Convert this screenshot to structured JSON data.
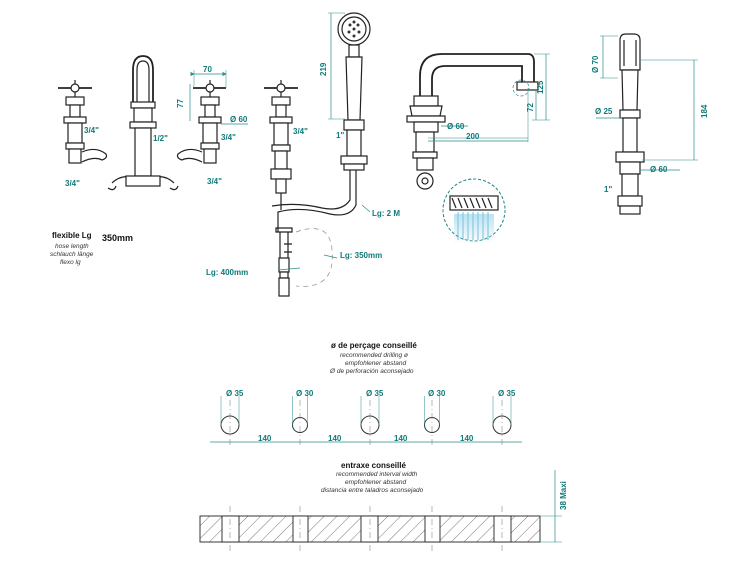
{
  "taps": {
    "thread_label_1": "3/4\"",
    "thread_label_2": "3/4\"",
    "thread_label_3": "1/2\"",
    "thread_label_4": "3/4\"",
    "thread_label_5": "3/4\"",
    "thread_label_6": "3/4\"",
    "dim_width": "70",
    "dim_height": "77",
    "dim_diameter": "Ø 60"
  },
  "flexible": {
    "title": "flexible Lg",
    "value": "350mm",
    "line_en": "hose length",
    "line_de": "schlauch länge",
    "line_es": "flexo lg"
  },
  "shower": {
    "dim_height": "219",
    "thread": "1\"",
    "lg_hose": "Lg: 2 M",
    "lg_350": "Lg: 350mm",
    "lg_400": "Lg: 400mm"
  },
  "spout": {
    "dim_diameter": "Ø 60",
    "dim_length": "200",
    "dim_height": "125",
    "dim_outlet": "72"
  },
  "holder": {
    "dim_top": "Ø 70",
    "dim_mid": "Ø 25",
    "dim_height": "184",
    "dim_base": "Ø 60",
    "thread": "1\""
  },
  "drilling": {
    "title": "ø de perçage conseillé",
    "line_en": "recommended drilling ø",
    "line_de": "empfohlener abstand",
    "line_es": "Ø de perforación aconsejado",
    "holes": [
      "Ø 35",
      "Ø 30",
      "Ø 35",
      "Ø 30",
      "Ø 35"
    ],
    "spacings": [
      "140",
      "140",
      "140",
      "140"
    ]
  },
  "interval": {
    "title": "entraxe conseillé",
    "line_en": "recommended interval width",
    "line_de": "empfohlener abstand",
    "line_es": "distancia entre taladros aconsejado",
    "max_label": "38 Maxi"
  }
}
